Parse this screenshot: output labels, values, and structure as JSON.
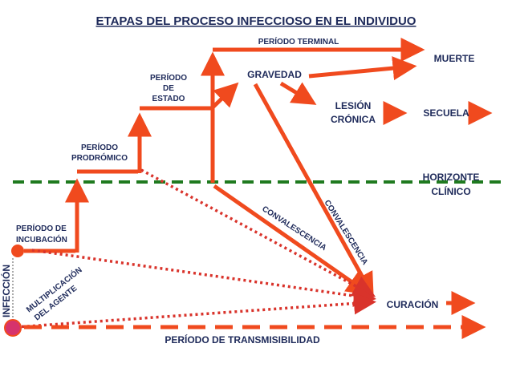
{
  "title": "ETAPAS DEL PROCESO INFECCIOSO EN EL INDIVIDUO",
  "labels": {
    "infeccion": "INFECCIÓN",
    "incubacion_1": "PERÍODO DE",
    "incubacion_2": "INCUBACIÓN",
    "prodromico_1": "PERÍODO",
    "prodromico_2": "PRODRÓMICO",
    "estado_1": "PERÍODO",
    "estado_2": "DE",
    "estado_3": "ESTADO",
    "terminal": "PERÍODO TERMINAL",
    "gravedad": "GRAVEDAD",
    "muerte": "MUERTE",
    "lesion_1": "LESIÓN",
    "lesion_2": "CRÓNICA",
    "secuela": "SECUELA",
    "horizonte_1": "HORIZONTE",
    "horizonte_2": "CLÍNICO",
    "convalescencia_1": "CONVALESCENCIA",
    "convalescencia_2": "CONVALESCENCIA",
    "multiplicacion_1": "MULTIPLICACIÓN",
    "multiplicacion_2": "DEL AGENTE",
    "curacion": "CURACIÓN",
    "transmisibilidad": "PERÍODO DE TRANSMISIBILIDAD"
  },
  "colors": {
    "arrow": "#f04a1e",
    "dotted": "#d9332b",
    "horizon": "#1f7a1f",
    "text": "#1e2a5a",
    "title": "#1e2a5a",
    "infection_dot": "#d6336c"
  }
}
